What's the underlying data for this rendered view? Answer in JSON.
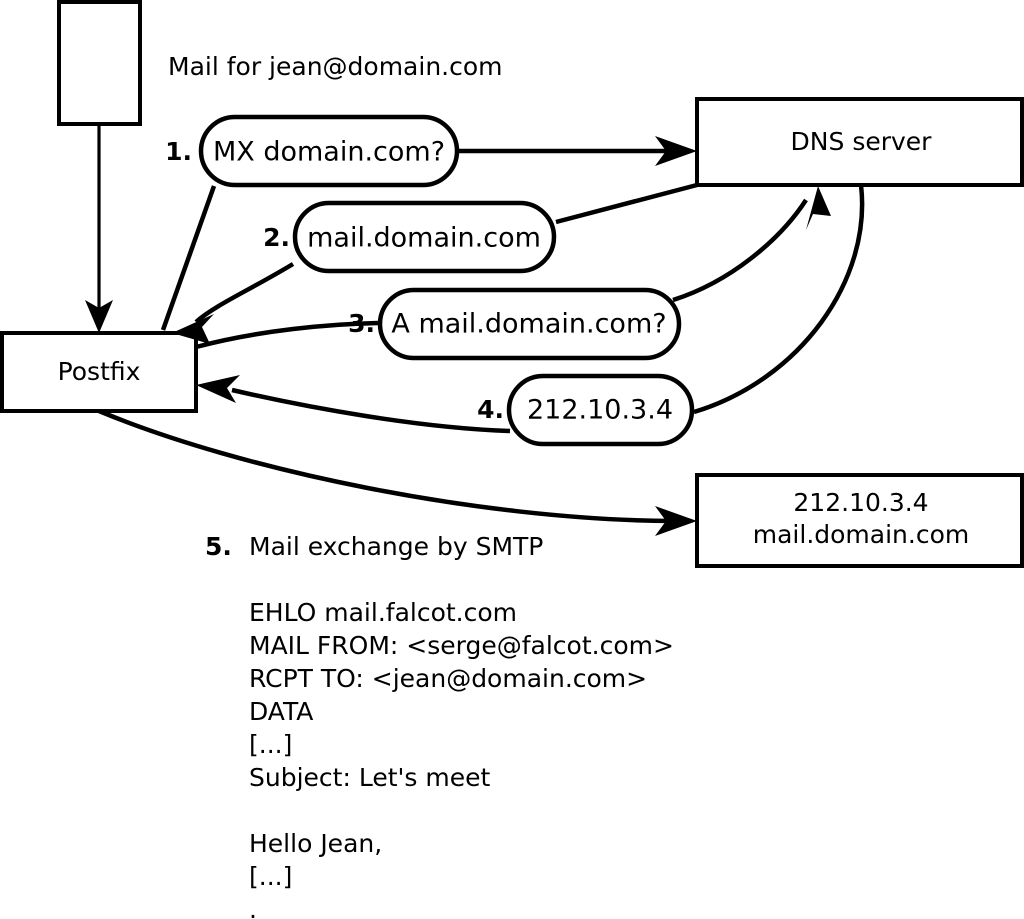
{
  "title": "Mail for jean@domain.com",
  "nodes": {
    "sender": {
      "label": ""
    },
    "postfix": {
      "label": "Postfix"
    },
    "dns": {
      "label": "DNS server"
    },
    "destination": {
      "line1": "212.10.3.4",
      "line2": "mail.domain.com"
    }
  },
  "steps": [
    {
      "num": "1.",
      "label": "MX domain.com?"
    },
    {
      "num": "2.",
      "label": "mail.domain.com"
    },
    {
      "num": "3.",
      "label": "A mail.domain.com?"
    },
    {
      "num": "4.",
      "label": "212.10.3.4"
    }
  ],
  "smtp": {
    "num": "5.",
    "heading": "Mail exchange by SMTP",
    "transcript": [
      "EHLO mail.falcot.com",
      "MAIL FROM: <serge@falcot.com>",
      "RCPT TO: <jean@domain.com>",
      "DATA",
      "[...]",
      "Subject: Let's meet",
      "",
      "Hello Jean,",
      "[...]",
      "."
    ]
  },
  "colors": {
    "stroke": "#000000",
    "fill": "#ffffff",
    "text": "#000000"
  }
}
